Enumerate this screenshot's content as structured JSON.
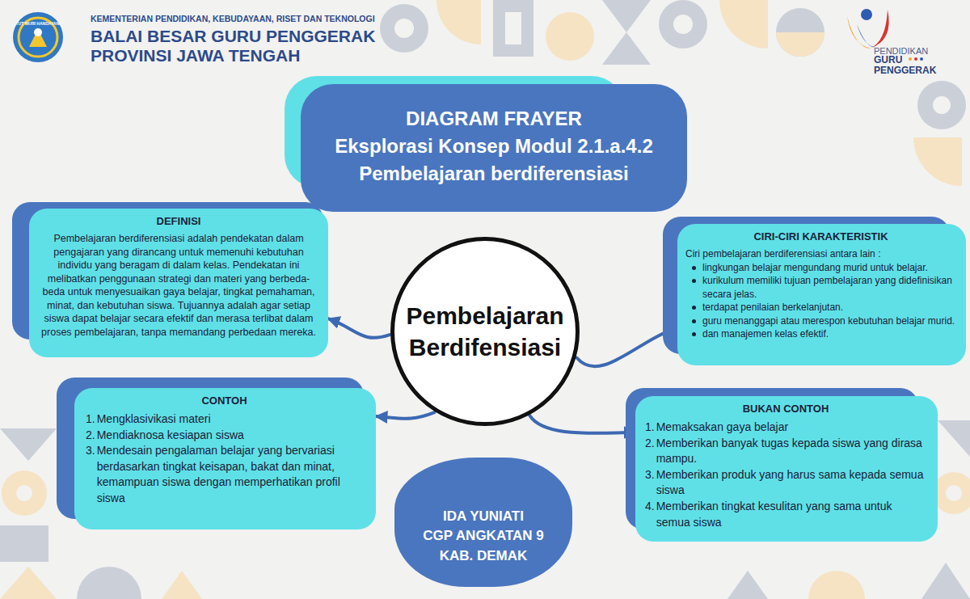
{
  "diagram": {
    "nodes": [
      {
        "text": [
          "DIAGRAM FRAYER",
          "Eksplorasi Konsep Modul 2.1.a.4.2",
          "Pembelajaran berdiferensiasi"
        ]
      },
      {
        "text": [
          "DEFINISI",
          "Pembelajaran berdiferensiasi adalah pendekatan dalam pengajaran yang dirancang untuk memenuhi kebutuhan individu yang beragam di dalam kelas. Pendekatan ini melibatkan penggunaan strategi dan materi yang berbeda-beda untuk menyesuaikan gaya belajar, tingkat pemahaman, minat, dan kebutuhan siswa. Tujuannya adalah agar setiap siswa dapat belajar secara efektif dan merasa terlibat dalam proses pembelajaran, tanpa memandang perbedaan mereka."
        ]
      },
      {
        "text": [
          "Pembelajaran Berdifensiasi"
        ]
      },
      {
        "text": [
          "CIRI-CIRI KARAKTERISTIK",
          "Ciri pembelajaran berdiferensiasi antara lain :",
          "lingkungan belajar mengundang murid untuk belajar.",
          "kurikulum memiliki tujuan pembelajaran yang didefinisikan secara jelas.",
          "terdapat penilaian berkelanjutan.",
          "guru menanggapi atau merespon kebutuhan belajar murid.",
          "dan manajemen kelas efektif."
        ]
      },
      {
        "text": [
          "CONTOH",
          "1.",
          "Mengklasivikasi materi",
          "2.",
          "Mendiaknosa kesiapan siswa",
          "3.",
          "Mendesain pengalaman belajar yang bervariasi berdasarkan tingkat keisapan, bakat dan minat, kemampuan siswa dengan memperhatikan profil siswa"
        ]
      },
      {
        "text": [
          "BUKAN CONTOH",
          "1.",
          "Memaksakan gaya belajar",
          "2.",
          "Memberikan banyak tugas kepada siswa yang dirasa mampu.",
          "3.",
          "Memberikan produk yang harus sama kepada semua siswa",
          "4.",
          "Memberikan tingkat kesulitan yang sama untuk semua siswa"
        ]
      },
      {
        "text": [
          "IDA YUNIATI",
          "CGP ANGKATAN 9",
          "KAB. DEMAK"
        ]
      }
    ],
    "edges": [
      {
        "from": 2,
        "to": 1,
        "arrow": "to"
      },
      {
        "from": 2,
        "to": 3,
        "arrow": "to"
      },
      {
        "from": 2,
        "to": 4,
        "arrow": "to"
      },
      {
        "from": 2,
        "to": 5,
        "arrow": "to"
      }
    ],
    "labels": [
      "TUT WURI HANDAYANI",
      "KEMENTERIAN PENDIDIKAN, KEBUDAYAAN, RISET DAN TEKNOLOGI",
      "BALAI BESAR GURU PENGGERAK",
      "PROVINSI JAWA TENGAH",
      "PENDIDIKAN",
      "GURU",
      "PENGGERAK"
    ]
  }
}
